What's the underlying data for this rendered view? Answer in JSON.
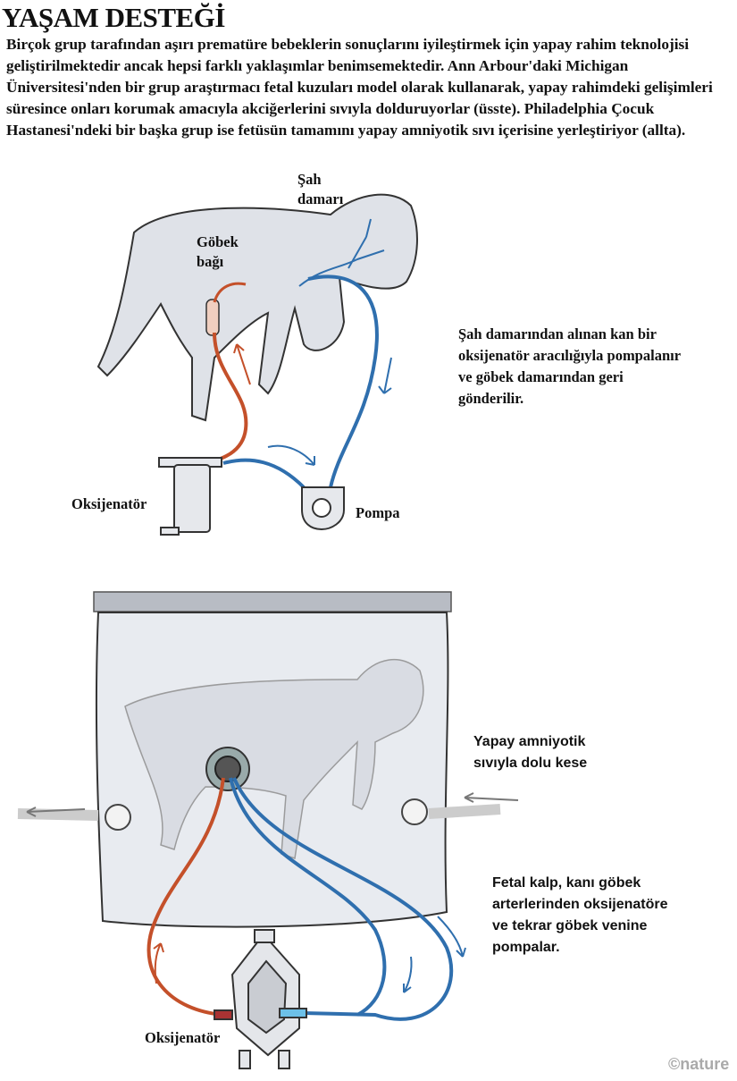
{
  "title": "YAŞAM DESTEĞİ",
  "intro": "Birçok grup tarafından aşırı prematüre bebeklerin sonuçlarını iyileştirmek için yapay rahim teknolojisi geliştirilmektedir ancak hepsi farklı yaklaşımlar benimsemektedir. Ann Arbour'daki Michigan Üniversitesi'nden bir grup araştırmacı fetal kuzuları model olarak kullanarak, yapay rahimdeki gelişimleri süresince onları korumak amacıyla akciğerlerini sıvıyla dolduruyorlar (üsste). Philadelphia Çocuk Hastanesi'ndeki bir başka grup ise fetüsün tamamını yapay amniyotik sıvı içerisine yerleştiriyor (allta).",
  "top": {
    "jugular_label": "Şah damarı",
    "umbilical_label": "Göbek bağı",
    "description": "Şah damarından alınan kan bir oksijenatör aracılığıyla pompalanır ve göbek damarından geri gönderilir.",
    "oxygenator_label": "Oksijenatör",
    "pump_label": "Pompa"
  },
  "bottom": {
    "bag_label": "Yapay amniyotik sıvıyla dolu kese",
    "description": "Fetal kalp, kanı göbek arterlerinden oksijenatöre ve tekrar göbek venine pompalar.",
    "oxygenator_label": "Oksijenatör"
  },
  "credit": "©nature",
  "colors": {
    "artery": "#c4502a",
    "vein": "#2f6fae",
    "body": "#d9dde4",
    "outline": "#333333"
  }
}
